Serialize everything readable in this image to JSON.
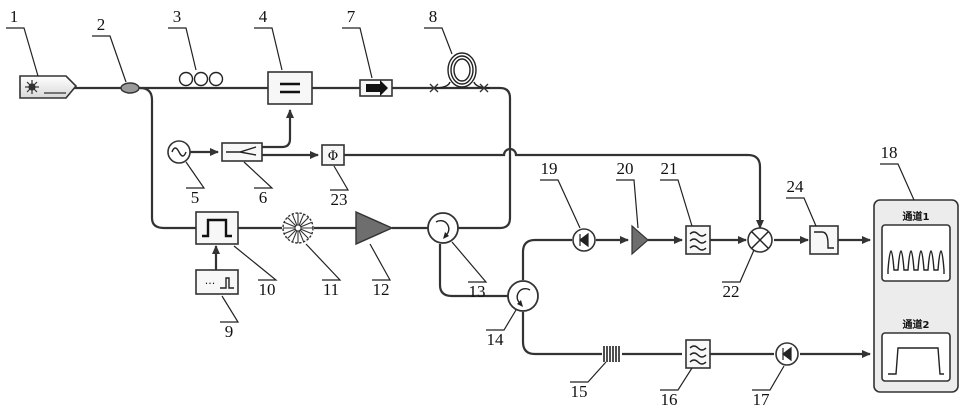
{
  "labels": {
    "n1": "1",
    "n2": "2",
    "n3": "3",
    "n4": "4",
    "n5": "5",
    "n6": "6",
    "n7": "7",
    "n8": "8",
    "n9": "9",
    "n10": "10",
    "n11": "11",
    "n12": "12",
    "n13": "13",
    "n14": "14",
    "n15": "15",
    "n16": "16",
    "n17": "17",
    "n18": "18",
    "n19": "19",
    "n20": "20",
    "n21": "21",
    "n22": "22",
    "n23": "23",
    "n24": "24"
  },
  "oscilloscope": {
    "channel1": "通道1",
    "channel2": "通道2"
  },
  "phase_symbol": "Φ",
  "pulse_generator_text": "···"
}
